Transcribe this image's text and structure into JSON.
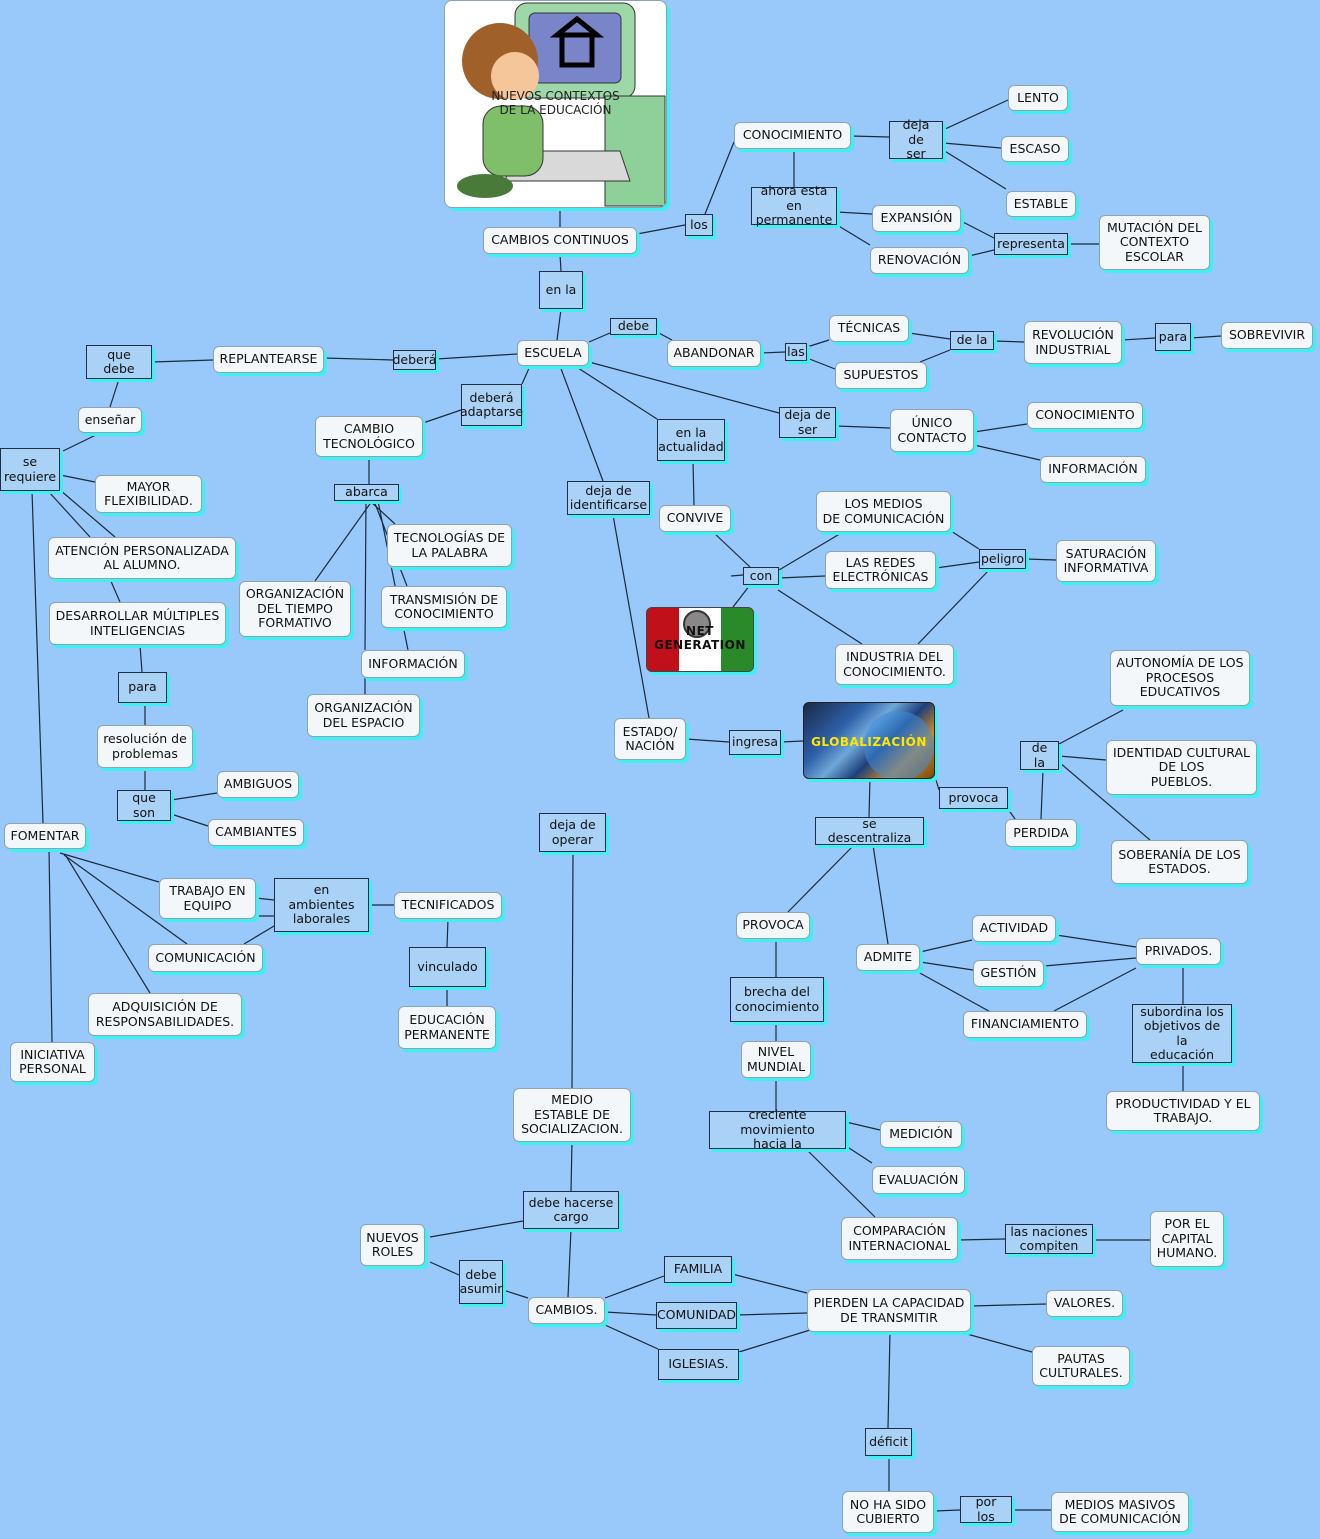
{
  "nodes": {
    "nuevos_contextos": "NUEVOS CONTEXTOS\nDE LA EDUCACIÓN",
    "cambios_continuos": "CAMBIOS CONTINUOS",
    "los": "los",
    "conocimiento_top": "CONOCIMIENTO",
    "deja_de_ser_top": "deja de\nser",
    "lento": "LENTO",
    "escaso": "ESCASO",
    "estable": "ESTABLE",
    "ahora_esta": "ahora esta en\npermanente",
    "expansion": "EXPANSIÓN",
    "renovacion": "RENOVACIÓN",
    "representa": "representa",
    "mutacion": "MUTACIÓN DEL\nCONTEXTO\nESCOLAR",
    "en_la": "en la",
    "escuela": "ESCUELA",
    "debe": "debe",
    "abandonar": "ABANDONAR",
    "las": "las",
    "tecnicas": "TÉCNICAS",
    "supuestos": "SUPUESTOS",
    "de_la_top": "de la",
    "revolucion": "REVOLUCIÓN\nINDUSTRIAL",
    "para_top": "para",
    "sobrevivir": "SOBREVIVIR",
    "deja_de_ser_mid": "deja de\nser",
    "unico_contacto": "ÚNICO\nCONTACTO",
    "conocimiento_mid": "CONOCIMIENTO",
    "informacion_mid": "INFORMACIÓN",
    "debera": "deberá",
    "replantearse": "REPLANTEARSE",
    "que_debe": "que debe",
    "ensenar": "enseñar",
    "se_requiere": "se\nrequiere",
    "mayor_flex": "MAYOR\nFLEXIBILIDAD.",
    "atencion": "ATENCIÓN PERSONALIZADA\nAL ALUMNO.",
    "desarrollar": "DESARROLLAR MÚLTIPLES\nINTELIGENCIAS",
    "para_left": "para",
    "resolucion": "resolución de\nproblemas",
    "que_son": "que son",
    "ambiguos": "AMBIGUOS",
    "cambiantes": "CAMBIANTES",
    "fomentar": "FOMENTAR",
    "trabajo_equipo": "TRABAJO EN\nEQUIPO",
    "en_ambientes": "en ambientes\nlaborales",
    "tecnificados": "TECNIFICADOS",
    "vinculado": "vinculado",
    "educacion_perm": "EDUCACIÓN\nPERMANENTE",
    "comunicacion": "COMUNICACIÓN",
    "adquisicion": "ADQUISICIÓN DE\nRESPONSABILIDADES.",
    "iniciativa": "INICIATIVA\nPERSONAL",
    "debera_adaptarse": "deberá\nadaptarse",
    "cambio_tec": "CAMBIO\nTECNOLÓGICO",
    "abarca": "abarca",
    "organizacion_tiempo": "ORGANIZACIÓN\nDEL TIEMPO\nFORMATIVO",
    "tecnologias_palabra": "TECNOLOGÍAS DE\nLA PALABRA",
    "transmision": "TRANSMISIÓN DE\nCONOCIMIENTO",
    "informacion_left": "INFORMACIÓN",
    "organizacion_espacio": "ORGANIZACIÓN\nDEL ESPACIO",
    "deja_identificarse": "deja de\nidentificarse",
    "en_la_actualidad": "en la\nactualidad",
    "convive": "CONVIVE",
    "con": "con",
    "los_medios": "LOS MEDIOS\nDE COMUNICACIÓN",
    "las_redes": "LAS REDES\nELECTRÓNICAS",
    "peligro": "peligro",
    "saturacion": "SATURACIÓN\nINFORMATIVA",
    "industria": "INDUSTRIA DEL\nCONOCIMIENTO.",
    "net_generation": "NET\nGENERATION",
    "estado_nacion": "ESTADO/\nNACIÓN",
    "ingresa": "ingresa",
    "globalizacion": "GLOBALIZACIÓN",
    "provoca_small": "provoca",
    "de_la_right": "de la",
    "autonomia": "AUTONOMÍA DE LOS\nPROCESOS\nEDUCATIVOS",
    "identidad": "IDENTIDAD CULTURAL\nDE LOS\nPUEBLOS.",
    "perdida": "PERDIDA",
    "soberania": "SOBERANÍA DE LOS\nESTADOS.",
    "se_descentraliza": "se descentraliza",
    "provoca_cap": "PROVOCA",
    "admite": "ADMITE",
    "actividad": "ACTIVIDAD",
    "gestion": "GESTIÓN",
    "financiamiento": "FINANCIAMIENTO",
    "privados": "PRIVADOS.",
    "subordina": "subordina los\nobjetivos de la\neducación",
    "productividad": "PRODUCTIVIDAD Y EL\nTRABAJO.",
    "brecha": "brecha del\nconocimiento",
    "nivel_mundial": "NIVEL\nMUNDIAL",
    "creciente": "creciente movimiento\nhacia la",
    "medicion": "MEDICIÓN",
    "evaluacion": "EVALUACIÓN",
    "comparacion": "COMPARACIÓN\nINTERNACIONAL",
    "las_naciones": "las naciones\ncompiten",
    "por_el_capital": "POR EL\nCAPITAL\nHUMANO.",
    "deja_operar": "deja de\noperar",
    "medio_estable": "MEDIO\nESTABLE DE\nSOCIALIZACION.",
    "debe_hacerse": "debe hacerse\ncargo",
    "nuevos_roles": "NUEVOS\nROLES",
    "debe_asumir": "debe\nasumir",
    "cambios": "CAMBIOS.",
    "familia": "FAMILIA",
    "comunidad": "COMUNIDAD",
    "iglesias": "IGLESIAS.",
    "pierden": "PIERDEN LA CAPACIDAD\nDE TRANSMITIR",
    "valores": "VALORES.",
    "pautas": "PAUTAS\nCULTURALES.",
    "deficit": "déficit",
    "no_ha_sido": "NO HA SIDO\nCUBIERTO",
    "por_los": "por los",
    "medios_masivos": "MEDIOS MASIVOS\nDE COMUNICACIÓN"
  },
  "colors": {
    "background": "#99c9fb",
    "concept_fill": "#f3f7f9",
    "phrase_fill": "#a9d2f6",
    "shadow": "#3ff0f0",
    "link": "#1a2a3a",
    "globalizacion_text": "#ffe800"
  },
  "icons": [
    "child-at-computer-image",
    "house-icon",
    "film-reel-icon",
    "globe-image"
  ]
}
